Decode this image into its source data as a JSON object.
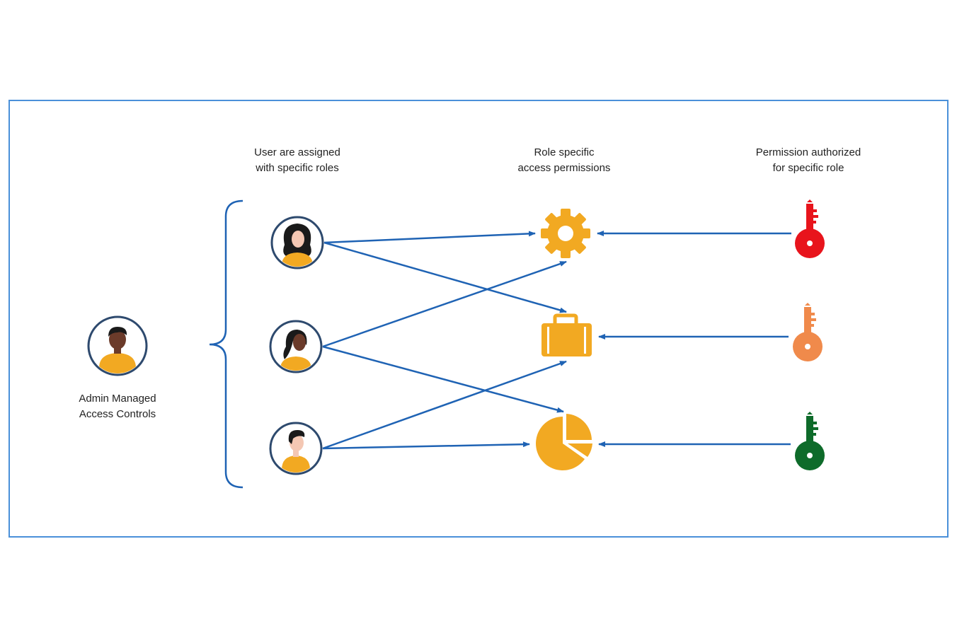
{
  "admin": {
    "label_line1": "Admin Managed",
    "label_line2": "Access Controls",
    "icon": "admin-avatar-icon"
  },
  "columns": {
    "users": {
      "line1": "User are assigned",
      "line2": "with specific roles"
    },
    "roles": {
      "line1": "Role specific",
      "line2": "access permissions"
    },
    "permissions": {
      "line1": "Permission authorized",
      "line2": "for specific role"
    }
  },
  "users": [
    {
      "icon": "woman-avatar-icon"
    },
    {
      "icon": "woman-avatar-icon"
    },
    {
      "icon": "man-avatar-icon"
    }
  ],
  "roles": [
    {
      "icon": "gear-icon"
    },
    {
      "icon": "briefcase-icon"
    },
    {
      "icon": "pie-chart-icon"
    }
  ],
  "keys": [
    {
      "icon": "key-icon",
      "color": "#e8141c"
    },
    {
      "icon": "key-icon",
      "color": "#f08a4b"
    },
    {
      "icon": "key-icon",
      "color": "#0e6b2a"
    }
  ],
  "colors": {
    "frame": "#4a90d9",
    "arrow": "#1f63b4",
    "role_icon": "#f2a922",
    "avatar_ring": "#2e4a6e",
    "shirt": "#f2a922"
  }
}
